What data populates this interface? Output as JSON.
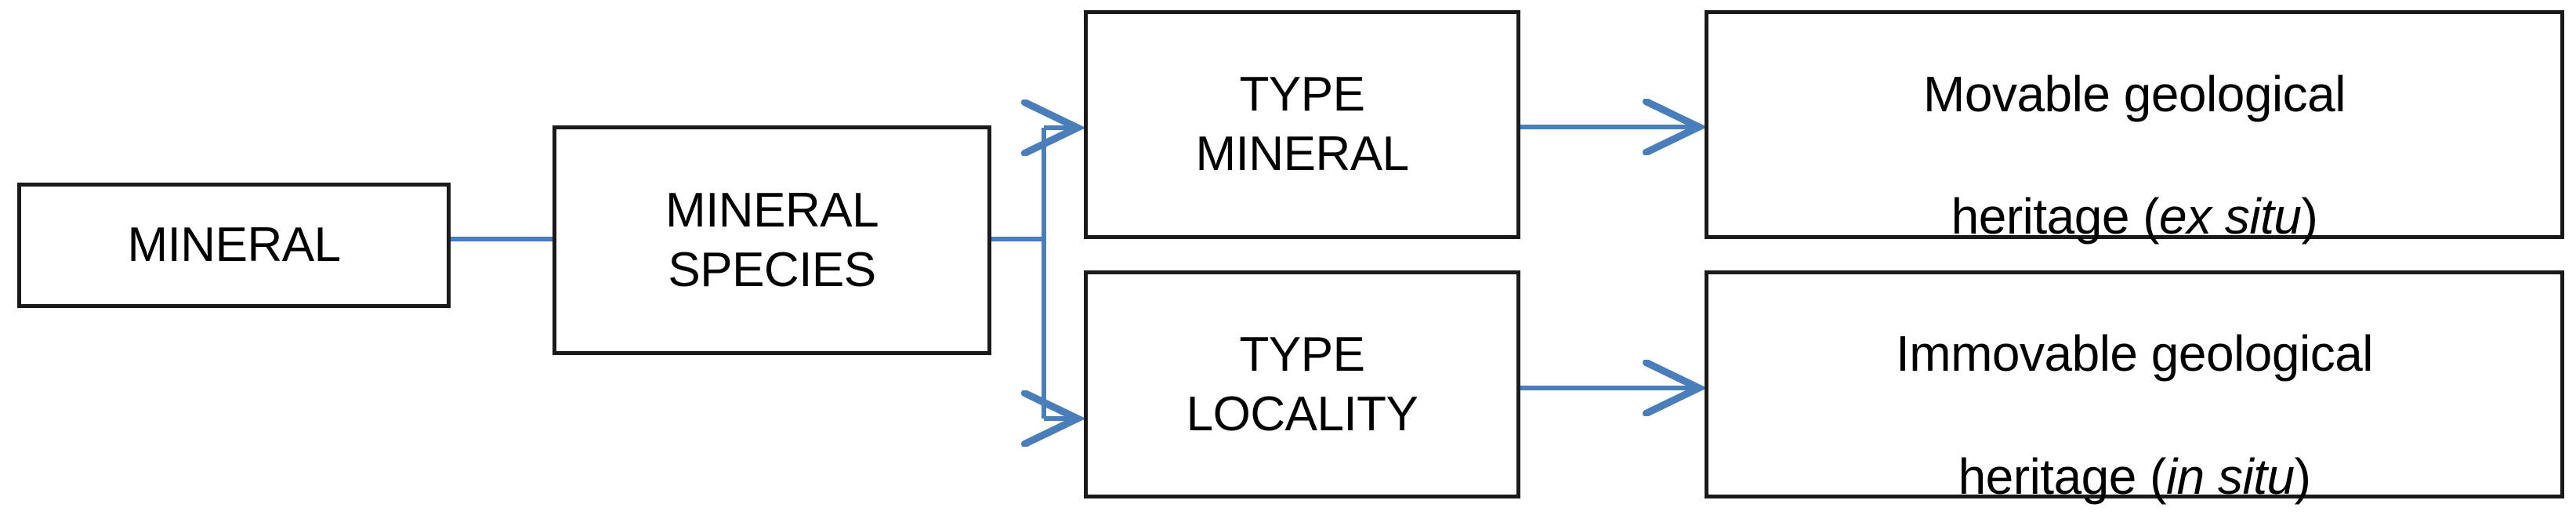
{
  "diagram": {
    "type": "flowchart",
    "orientation": "left-to-right",
    "background_color": "#ffffff",
    "node_border_color": "#1a1a1a",
    "node_fill_color": "#ffffff",
    "connector_color": "#4a7ebb",
    "text_color": "#000000",
    "nodes": [
      {
        "id": "mineral",
        "label": "MINERAL"
      },
      {
        "id": "mineral-species",
        "label": "MINERAL\nSPECIES"
      },
      {
        "id": "type-mineral",
        "label": "TYPE\nMINERAL"
      },
      {
        "id": "type-locality",
        "label": "TYPE\nLOCALITY"
      },
      {
        "id": "movable",
        "label_line1": "Movable geological",
        "label_line2_pre": "heritage (",
        "label_line2_em": "ex situ",
        "label_line2_post": ")"
      },
      {
        "id": "immovable",
        "label_line1": "Immovable geological",
        "label_line2_pre": "heritage (",
        "label_line2_em": "in situ",
        "label_line2_post": ")"
      }
    ],
    "edges": [
      {
        "from": "mineral",
        "to": "mineral-species",
        "arrowhead": false
      },
      {
        "from": "mineral-species",
        "to": "type-mineral",
        "arrowhead": true
      },
      {
        "from": "mineral-species",
        "to": "type-locality",
        "arrowhead": true
      },
      {
        "from": "type-mineral",
        "to": "movable",
        "arrowhead": true
      },
      {
        "from": "type-locality",
        "to": "immovable",
        "arrowhead": true
      }
    ]
  }
}
